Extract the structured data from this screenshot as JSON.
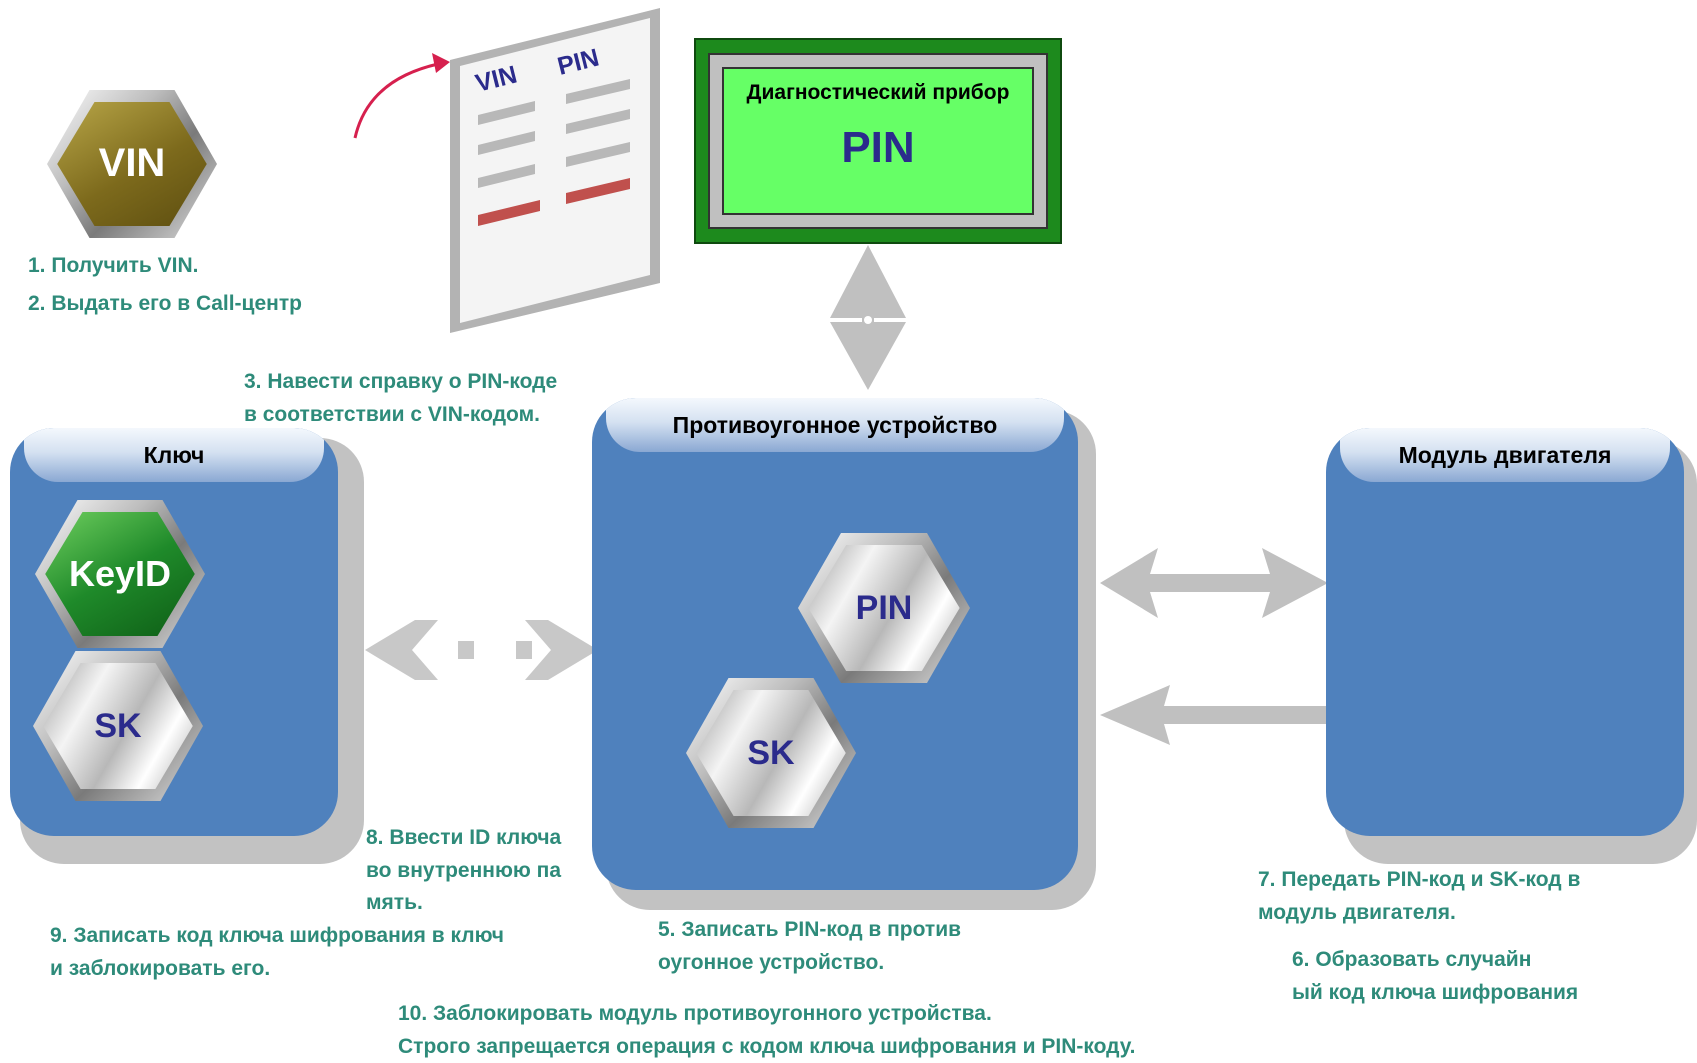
{
  "hexagons": {
    "vin": "VIN",
    "key_id": "KeyID",
    "key_sk": "SK",
    "immo_pin": "PIN",
    "immo_sk": "SK"
  },
  "document": {
    "col1": "VIN",
    "col2": "PIN"
  },
  "device": {
    "title": "Диагностический прибор",
    "value": "PIN"
  },
  "panels": {
    "key": "Ключ",
    "immobilizer": "Противоугонное устройство",
    "engine": "Модуль двигателя"
  },
  "steps": {
    "s1": "1. Получить VIN.",
    "s2": "2. Выдать его в Call-центр",
    "s3": "3. Навести справку о PIN-коде\nв соответствии с VIN-кодом.",
    "s8": "8. Ввести ID ключа\nво внутреннюю па\nмять.",
    "s9": "9. Записать код ключа шифрования в ключ\nи заблокировать его.",
    "s5": "5. Записать PIN-код в против\nоугонное устройство.",
    "s7": "7. Передать PIN-код и SK-код в\nмодуль двигателя.",
    "s6": "6. Образовать случайн\nый код ключа шифрования",
    "s10": "10. Заблокировать модуль противоугонного устройства.\nСтрого запрещается операция с кодом ключа шифрования и PIN-коду."
  },
  "colors": {
    "panel": "#4f81bd",
    "step_text": "#2e8b7a",
    "arrow": "#c0c0c0",
    "red_arrow": "#d6204e",
    "device_screen": "#66ff66",
    "device_body": "#1d8a1d"
  }
}
